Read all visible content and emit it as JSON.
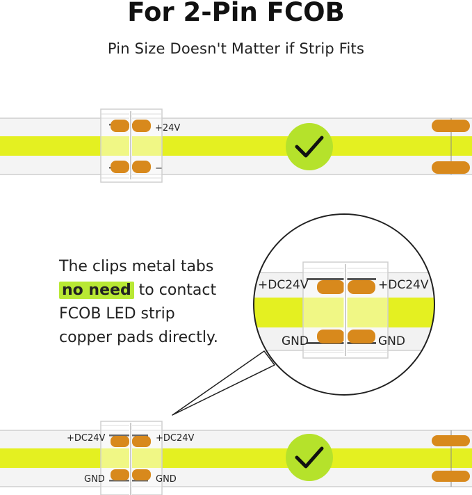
{
  "header": {
    "title": "For 2-Pin FCOB",
    "subtitle": "Pin Size Doesn't Matter if Strip Fits"
  },
  "caption": {
    "line1": "The clips metal tabs",
    "highlight": "no need",
    "line2_rest": " to contact",
    "line3": "FCOB LED strip",
    "line4": "copper pads directly."
  },
  "top_strip": {
    "positive_label": "+24V",
    "negative_label": "−"
  },
  "zoom_view": {
    "left_positive": "+DC24V",
    "right_positive": "+DC24V",
    "left_ground": "GND",
    "right_ground": "GND"
  },
  "bottom_strip": {
    "left_positive": "+DC24V",
    "right_positive": "+DC24V",
    "left_ground": "GND",
    "right_ground": "GND"
  },
  "colors": {
    "led_yellow": "#e4f021",
    "check_green": "#b5e22b",
    "copper_pad": "#d8891c",
    "highlight": "#b8e834"
  },
  "icons": [
    "check-icon",
    "check-icon"
  ]
}
